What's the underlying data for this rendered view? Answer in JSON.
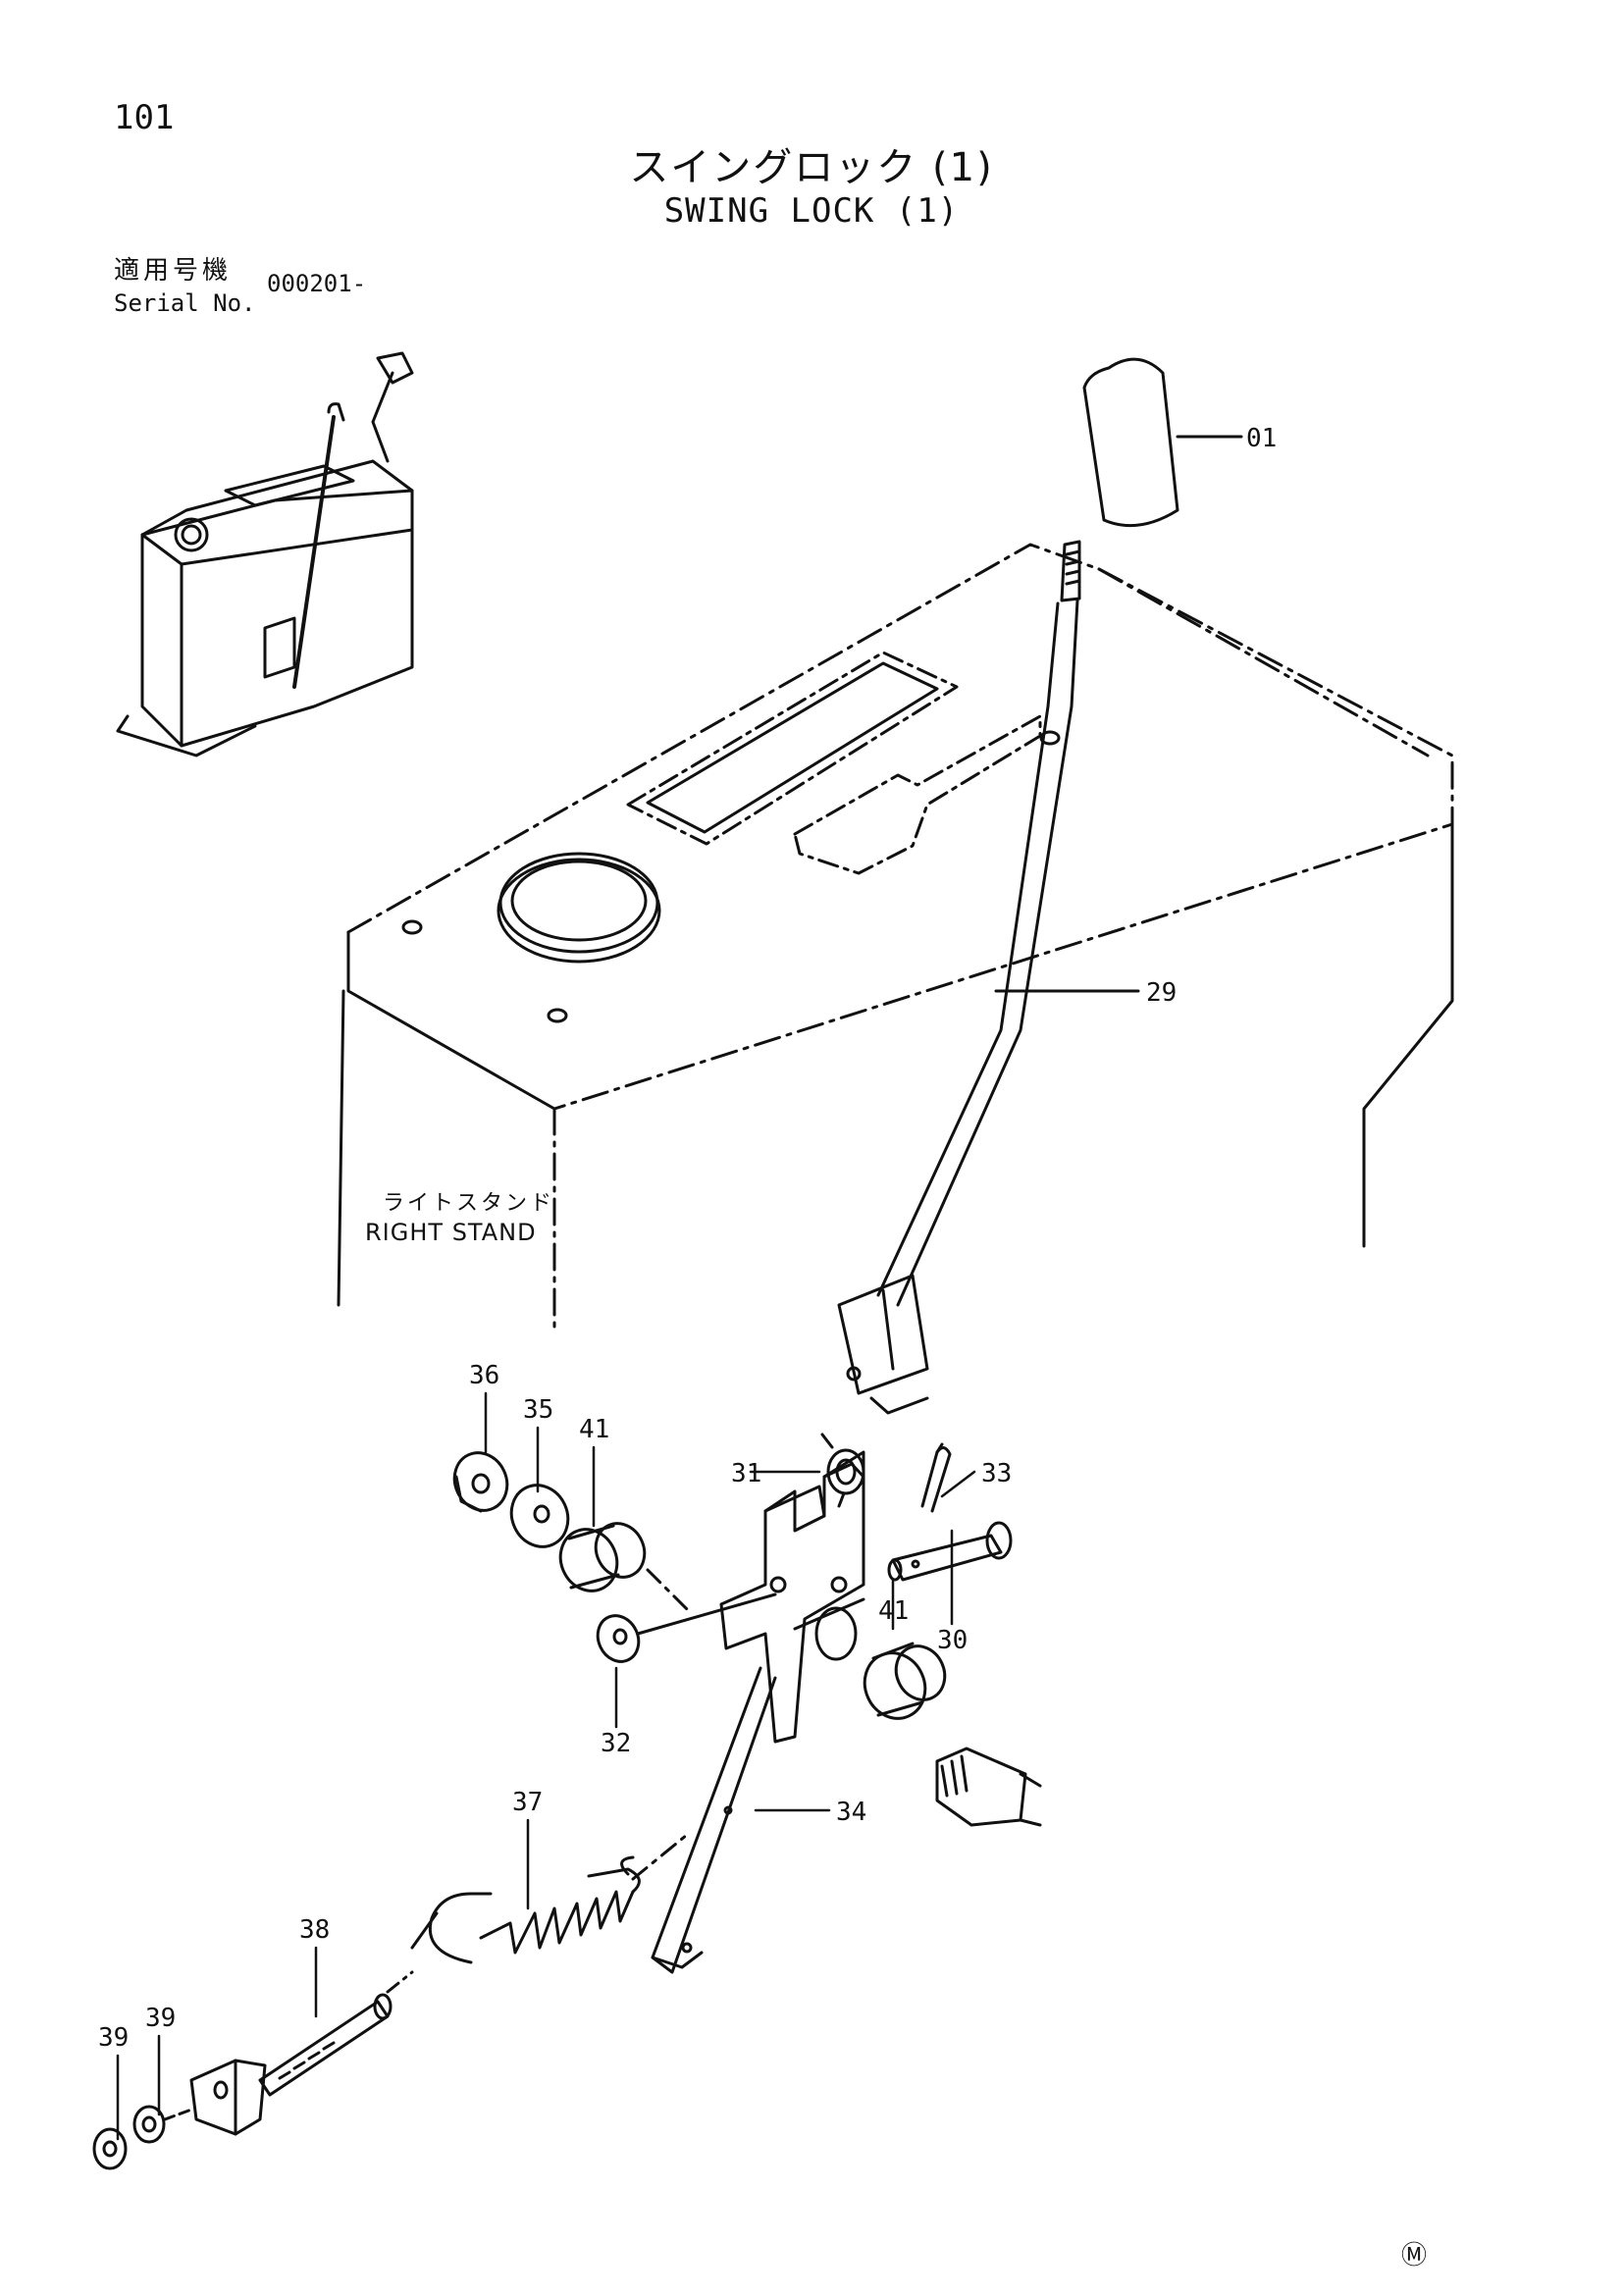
{
  "page": {
    "number": "101"
  },
  "title": {
    "japanese": "スイングロック (1)",
    "english": "SWING LOCK (1)"
  },
  "serial": {
    "label_jp": "適用号機",
    "label_en": "Serial No.",
    "value": "000201-"
  },
  "stand_label": {
    "japanese": "ライトスタンド",
    "english": "RIGHT STAND"
  },
  "callouts": [
    "01",
    "29",
    "36",
    "35",
    "41",
    "31",
    "33",
    "30",
    "41",
    "32",
    "34",
    "37",
    "38",
    "39",
    "39"
  ],
  "mark": "Ⓜ"
}
